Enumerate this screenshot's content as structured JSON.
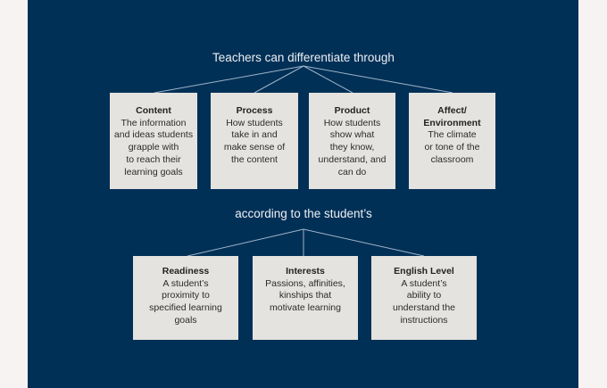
{
  "colors": {
    "page_background": "#f7f3f2",
    "panel_background": "#013057",
    "box_fill": "#e4e3df",
    "connector_line": "#9fb3c8",
    "heading_text": "#eef0f3",
    "box_text": "#2b2b2b"
  },
  "diagram": {
    "top_heading": "Teachers can differentiate through",
    "differentiation_areas": [
      {
        "title": "Content",
        "description": "The information\nand ideas students\ngrapple with\nto reach their\nlearning goals"
      },
      {
        "title": "Process",
        "description": "How students\ntake in and\nmake sense of\nthe content"
      },
      {
        "title": "Product",
        "description": "How students\nshow what\nthey know,\nunderstand, and\ncan do"
      },
      {
        "title": "Affect/\nEnvironment",
        "description": "The climate\nor tone of the\nclassroom"
      }
    ],
    "middle_heading": "according to the student’s",
    "student_factors": [
      {
        "title": "Readiness",
        "description": "A student’s\nproximity to\nspecified learning\ngoals"
      },
      {
        "title": "Interests",
        "description": "Passions, affinities,\nkinships that\nmotivate learning"
      },
      {
        "title": "English Level",
        "description": "A student’s\nability to\nunderstand the\ninstructions"
      }
    ]
  }
}
